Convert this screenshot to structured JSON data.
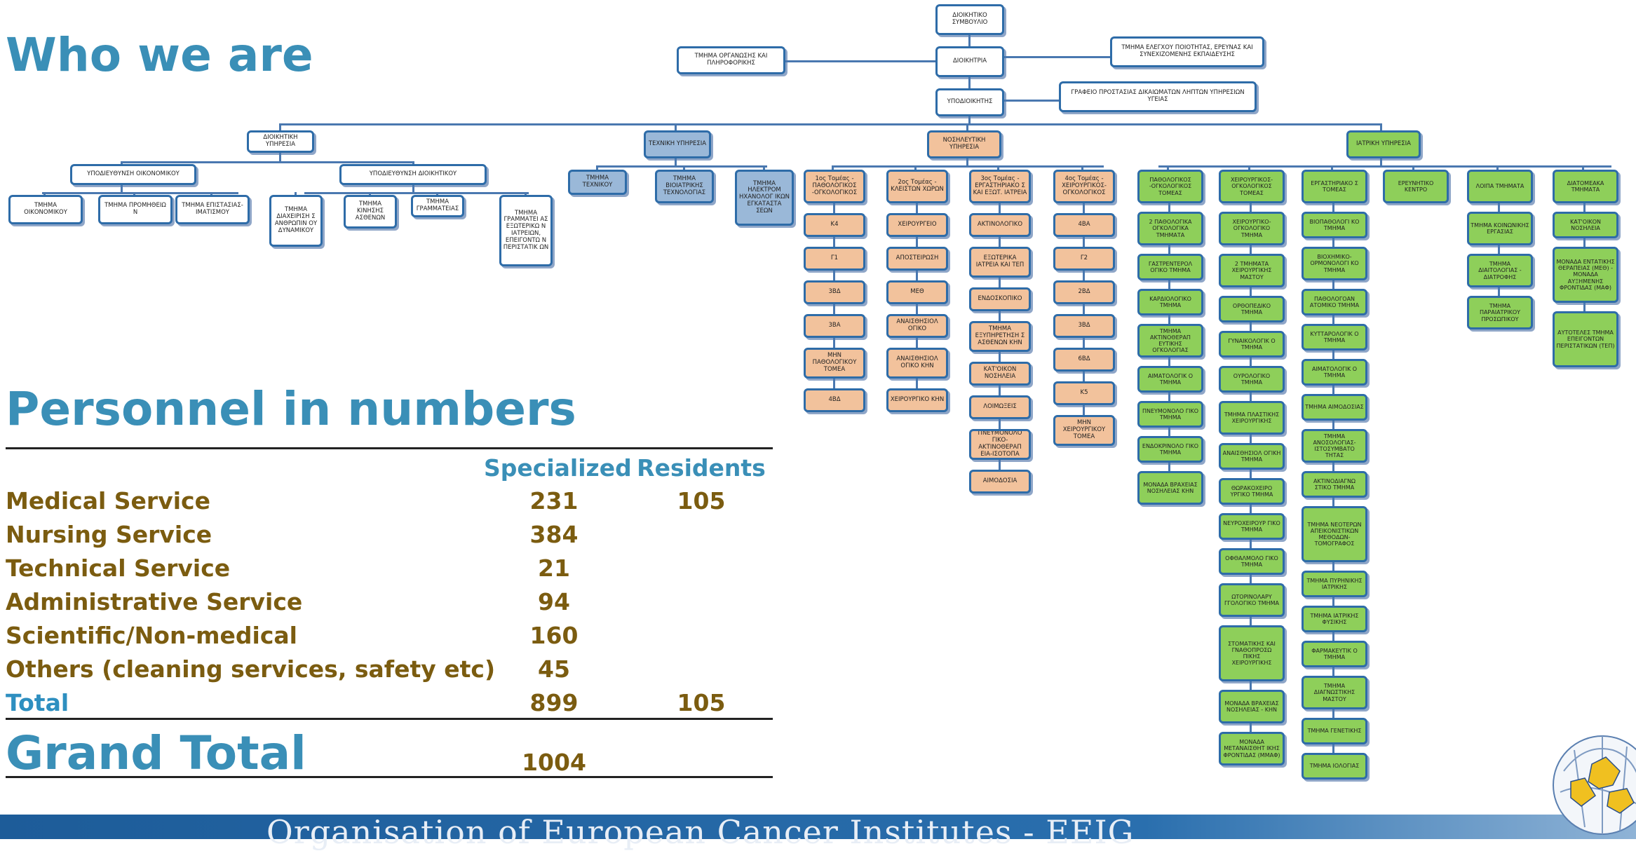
{
  "headings": {
    "who_we_are": "Who we are",
    "personnel": "Personnel in numbers",
    "grand_total": "Grand Total"
  },
  "table": {
    "col_specialized": "Specialized",
    "col_residents": "Residents",
    "rows": [
      {
        "label": "Medical Service",
        "specialized": "231",
        "residents": "105"
      },
      {
        "label": "Nursing Service",
        "specialized": "384",
        "residents": ""
      },
      {
        "label": "Technical Service",
        "specialized": "21",
        "residents": ""
      },
      {
        "label": "Administrative Service",
        "specialized": "94",
        "residents": ""
      },
      {
        "label": "Scientific/Non-medical",
        "specialized": "160",
        "residents": ""
      },
      {
        "label": "Others (cleaning services, safety etc)",
        "specialized": "45",
        "residents": ""
      }
    ],
    "total": {
      "label": "Total",
      "specialized": "899",
      "residents": "105"
    },
    "grand_total_value": "1004"
  },
  "org": {
    "board": "ΔΙΟΙΚΗΤΙΚΟ ΣΥΜΒΟΥΛΙΟ",
    "management": "ΔΙΟΙΚΗΤΡΙΑ",
    "it_dept": "ΤΜΗΜΑ ΟΡΓΑΝΩΣΗΣ ΚΑΙ ΠΛΗΡΟΦΟΡΙΚΗΣ",
    "quality_dept": "ΤΜΗΜΑ ΕΛΕΓΧΟΥ ΠΟΙΟΤΗΤΑΣ, ΕΡΕΥΝΑΣ ΚΑΙ ΣΥΝΕΧΙΖΟΜΕΝΗΣ ΕΚΠΑΙΔΕΥΣΗΣ",
    "deputy": "ΥΠΟΔΙΟΙΚΗΤΗΣ",
    "rights_office": "ΓΡΑΦΕΙΟ ΠΡΟΣΤΑΣΙΑΣ ΔΙΚΑΙΩΜΑΤΩΝ ΛΗΠΤΩΝ ΥΠΗΡΕΣΙΩΝ ΥΓΕΙΑΣ",
    "admin": {
      "title": "ΔΙΟΙΚΗΤΙΚΗ ΥΠΗΡΕΣΙΑ",
      "fin_sub": "ΥΠΟΔΙΕΥΘΥΝΣΗ ΟΙΚΟΝΟΜΙΚΟΥ",
      "adm_sub": "ΥΠΟΔΙΕΥΘΥΝΣΗ ΔΙΟΙΚΗΤΙΚΟΥ",
      "fin_depts": [
        "ΤΜΗΜΑ ΟΙΚΟΝΟΜΙΚΟΥ",
        "ΤΜΗΜΑ ΠΡΟΜΗΘΕΙΩ Ν",
        "ΤΜΗΜΑ ΕΠΙΣΤΑΣΙΑΣ-ΙΜΑΤΙΣΜΟΥ"
      ],
      "adm_depts": [
        "ΤΜΗΜΑ ΔΙΑΧΕΙΡΙΣΗ Σ ΑΝΘΡΩΠΙΝ ΟΥ ΔΥΝΑΜΙΚΟΥ",
        "ΤΜΗΜΑ ΚΙΝΗΣΗΣ ΑΣΘΕΝΩΝ",
        "ΤΜΗΜΑ ΓΡΑΜΜΑΤΕΙΑΣ",
        "ΤΜΗΜΑ ΓΡΑΜΜΑΤΕΙ ΑΣ ΕΞΩΤΕΡΙΚΩ Ν ΙΑΤΡΕΙΩΝ, ΕΠΕΙΓΟΝΤΩ Ν ΠΕΡΙΣΤΑΤΙΚ ΩΝ"
      ]
    },
    "tech": {
      "title": "ΤΕΧΝΙΚΗ ΥΠΗΡΕΣΙΑ",
      "depts": [
        "ΤΜΗΜΑ ΤΕΧΝΙΚΟΥ",
        "ΤΜΗΜΑ ΒΙΟΙΑΤΡΙΚΗΣ ΤΕΧΝΟΛΟΓΙΑΣ",
        "ΤΜΗΜΑ ΗΛΕΚΤΡΟΜ ΗΧΑΝΟΛΟΓ ΙΚΩΝ ΕΓΚΑΤΑΣΤΑ ΣΕΩΝ"
      ]
    },
    "nursing": {
      "title": "ΝΟΣΗΛΕΥΤΙΚΗ ΥΠΗΡΕΣΙΑ",
      "columns": [
        [
          "1ος Τομέας - ΠΑΘΟΛΟΓΙΚΟΣ -ΟΓΚΟΛΟΓΙΚΟΣ",
          "Κ4",
          "Γ1",
          "3ΒΔ",
          "3ΒΑ",
          "ΜΗΝ ΠΑΘΟΛΟΓΙΚΟΥ ΤΟΜΕΑ",
          "4ΒΔ"
        ],
        [
          "2ος Τομέας - ΚΛΕΙΣΤΩΝ ΧΩΡΩΝ",
          "ΧΕΙΡΟΥΡΓΕΙΟ",
          "ΑΠΟΣΤΕΙΡΩΣΗ",
          "ΜΕΘ",
          "ΑΝΑΙΣΘΗΣΙΟΛ ΟΓΙΚΟ",
          "ΑΝΑΙΣΘΗΣΙΟΛ ΟΓΙΚΟ ΚΗΝ",
          "ΧΕΙΡΟΥΡΓΙΚΟ ΚΗΝ"
        ],
        [
          "3ος Τομέας - ΕΡΓΑΣΤΗΡΙΑΚΟ Σ ΚΑΙ ΕΞΩΤ. ΙΑΤΡΕΙΑ",
          "ΑΚΤΙΝΟΛΟΓΙΚΟ",
          "ΕΞΩΤΕΡΙΚΑ ΙΑΤΡΕΙΑ ΚΑΙ ΤΕΠ",
          "ΕΝΔΟΣΚΟΠΙΚΟ",
          "ΤΜΗΜΑ ΕΞΥΠΗΡΕΤΗΣΗ Σ ΑΣΘΕΝΩΝ ΚΗΝ",
          "ΚΑΤ'ΟΙΚΟΝ ΝΟΣΗΛΕΙΑ",
          "ΛΟΙΜΩΞΕΙΣ",
          "ΠΝΕΥΜΟΝΟΛΟ ΓΙΚΟ-ΑΚΤΙΝΟΘΕΡΑΠ ΕΙΑ-ΙΣΟΤΟΠΑ",
          "ΑΙΜΟΔΟΣΙΑ"
        ],
        [
          "4ος Τομέας - ΧΕΙΡΟΥΡΓΙΚΟΣ-ΟΓΚΟΛΟΓΙΚΟΣ",
          "4ΒΑ",
          "Γ2",
          "2ΒΔ",
          "3ΒΔ",
          "6ΒΔ",
          "Κ5",
          "ΜΗΝ ΧΕΙΡΟΥΡΓΙΚΟΥ ΤΟΜΕΑ"
        ]
      ]
    },
    "medical": {
      "title": "ΙΑΤΡΙΚΗ ΥΠΗΡΕΣΙΑ",
      "columns": [
        [
          "ΠΑΘΟΛΟΓΙΚΟΣ -ΟΓΚΟΛΟΓΙΚΟΣ ΤΟΜΕΑΣ",
          "2 ΠΑΘΟΛΟΓΙΚΑ ΟΓΚΟΛΟΓΙΚΑ ΤΜΗΜΑΤΑ",
          "ΓΑΣΤΡΕΝΤΕΡΟΛ ΟΓΙΚΟ ΤΜΗΜΑ",
          "ΚΑΡΔΙΟΛΟΓΙΚΟ ΤΜΗΜΑ",
          "ΤΜΗΜΑ ΑΚΤΙΝΟΘΕΡΑΠ ΕΥΤΙΚΗΣ ΟΓΚΟΛΟΓΙΑΣ",
          "ΑΙΜΑΤΟΛΟΓΙΚ Ο ΤΜΗΜΑ",
          "ΠΝΕΥΜΟΝΟΛΟ ΓΙΚΟ ΤΜΗΜΑ",
          "ΕΝΔΟΚΡΙΝΟΛΟ ΓΙΚΟ ΤΜΗΜΑ",
          "ΜΟΝΑΔΑ ΒΡΑΧΕΙΑΣ ΝΟΣΗΛΕΙΑΣ ΚΗΝ"
        ],
        [
          "ΧΕΙΡΟΥΡΓΙΚΟΣ-ΟΓΚΟΛΟΓΙΚΟΣ ΤΟΜΕΑΣ",
          "ΧΕΙΡΟΥΡΓΙΚΟ-ΟΓΚΟΛΟΓΙΚΟ ΤΜΗΜΑ",
          "2 ΤΜΗΜΑΤΑ ΧΕΙΡΟΥΡΓΙΚΗΣ ΜΑΣΤΟΥ",
          "ΟΡΘΟΠΕΔΙΚΟ ΤΜΗΜΑ",
          "ΓΥΝΑΙΚΟΛΟΓΙΚ Ο ΤΜΗΜΑ",
          "ΟΥΡΟΛΟΓΙΚΟ ΤΜΗΜΑ",
          "ΤΜΗΜΑ ΠΛΑΣΤΙΚΗΣ ΧΕΙΡΟΥΡΓΙΚΗΣ",
          "ΑΝΑΙΣΘΗΣΙΟΛ ΟΓΙΚΗ ΤΜΗΜΑ",
          "ΘΩΡΑΚΟΧΕΙΡΟ ΥΡΓΙΚΟ ΤΜΗΜΑ",
          "ΝΕΥΡΟΧΕΙΡΟΥΡ ΓΙΚΟ ΤΜΗΜΑ",
          "ΟΦΘΑΛΜΟΛΟ ΓΙΚΟ ΤΜΗΜΑ",
          "ΩΤΟΡΙΝΟΛΑΡΥ ΓΓΟΛΟΓΙΚΟ ΤΜΗΜΑ",
          "ΣΤΟΜΑΤΙΚΗΣ ΚΑΙ ΓΝΑΘΟΠΡΟΣΩ ΠΙΚΗΣ ΧΕΙΡΟΥΡΓΙΚΗΣ",
          "ΜΟΝΑΔΑ ΒΡΑΧΕΙΑΣ ΝΟΣΗΛΕΙΑΣ - ΚΗΝ",
          "ΜΟΝΑΔΑ ΜΕΤΑΝΑΙΣΘΗΤ ΙΚΗΣ ΦΡΟΝΤΙΔΑΣ (ΜΜΑΦ)"
        ],
        [
          "ΕΡΓΑΣΤΗΡΙΑΚΟ Σ ΤΟΜΕΑΣ",
          "ΒΙΟΠΑΘΟΛΟΓΙ ΚΟ ΤΜΗΜΑ",
          "ΒΙΟΧΗΜΙΚΟ-ΟΡΜΟΝΟΛΟΓΙ ΚΟ ΤΜΗΜΑ",
          "ΠΑΘΟΛΟΓΟΑΝ ΑΤΟΜΙΚΟ ΤΜΗΜΑ",
          "ΚΥΤΤΑΡΟΛΟΓΙΚ Ο ΤΜΗΜΑ",
          "ΑΙΜΑΤΟΛΟΓΙΚ Ο ΤΜΗΜΑ",
          "ΤΜΗΜΑ ΑΙΜΟΔΟΣΙΑΣ",
          "ΤΜΗΜΑ ΑΝΟΣΟΛΟΓΙΑΣ-ΙΣΤΟΣΥΜΒΑΤΟ ΤΗΤΑΣ",
          "ΑΚΤΙΝΟΔΙΑΓΝΩ ΣΤΙΚΟ ΤΜΗΜΑ",
          "ΤΜΗΜΑ ΝΕΟΤΕΡΩΝ ΑΠΕΙΚΟΝΙΣΤΙΚΩΝ ΜΕΘΟΔΩΝ-ΤΟΜΟΓΡΑΦΟΣ",
          "ΤΜΗΜΑ ΠΥΡΗΝΙΚΗΣ ΙΑΤΡΙΚΗΣ",
          "ΤΜΗΜΑ ΙΑΤΡΙΚΗΣ ΦΥΣΙΚΗΣ",
          "ΦΑΡΜΑΚΕΥΤΙΚ Ο ΤΜΗΜΑ",
          "ΤΜΗΜΑ ΔΙΑΓΝΩΣΤΙΚΗΣ ΜΑΣΤΟΥ",
          "ΤΜΗΜΑ ΓΕΝΕΤΙΚΗΣ",
          "ΤΜΗΜΑ ΙΟΛΟΓΙΑΣ"
        ],
        [
          "ΕΡΕΥΝΗΤΙΚΟ ΚΕΝΤΡΟ"
        ],
        [
          "ΛΟΙΠΑ ΤΜΗΜΑΤΑ",
          "ΤΜΗΜΑ ΚΟΙΝΩΝΙΚΗΣ ΕΡΓΑΣΙΑΣ",
          "ΤΜΗΜΑ ΔΙΑΙΤΟΛΟΓΙΑΣ - ΔΙΑΤΡΟΦΗΣ",
          "ΤΜΗΜΑ ΠΑΡΑΙΑΤΡΙΚΟΥ ΠΡΟΣΩΠΙΚΟΥ"
        ],
        [
          "ΔΙΑΤΟΜΕΑΚΑ ΤΜΗΜΑΤΑ",
          "ΚΑΤ'ΟΙΚΟΝ ΝΟΣΗΛΕΙΑ",
          "ΜΟΝΑΔΑ ΕΝΤΑΤΙΚΗΣ ΘΕΡΑΠΕΙΑΣ (ΜΕΘ) - ΜΟΝΑΔΑ ΑΥΞΗΜΕΝΗΣ ΦΡΟΝΤΙΔΑΣ (ΜΑΦ)",
          "ΑΥΤΟΤΕΛΕΣ ΤΜΗΜΑ ΕΠΕΙΓΟΝΤΩΝ ΠΕΡΙΣΤΑΤΙΚΩΝ (ΤΕΠ)"
        ]
      ]
    }
  },
  "footer": {
    "text": "Organisation of European Cancer Institutes - EEIG"
  },
  "colors": {
    "heading": "#3a8fb7",
    "row_text": "#7b5c10",
    "nursing_fill": "#f2c29c",
    "medical_fill": "#8ecf5a",
    "tech_fill": "#9ab8d8",
    "footer": "#1d5c99"
  }
}
